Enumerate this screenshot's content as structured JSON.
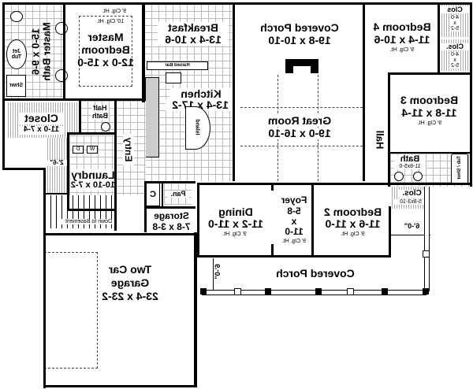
{
  "plan": {
    "orientation": "mirrored-horizontally",
    "rooms": {
      "master_bath": {
        "name": "Master Bath",
        "dims": "15-0 x 9-6"
      },
      "jet_tub": {
        "label": "Jet Tub"
      },
      "shower": {
        "label": "Shwr"
      },
      "master_bedroom": {
        "name_line1": "Master",
        "name_line2": "Bedroom",
        "dims": "12-0 x 15-0",
        "ceiling_outer": "9' Clg. Ht.",
        "ceiling_inner": "10' Clg. Ht."
      },
      "breakfast": {
        "name": "Breakfast",
        "dims": "13-4 x 10-6"
      },
      "raised_bar": {
        "label": "Raised Bar"
      },
      "kitchen": {
        "name": "Kitchen",
        "dims": "13-4 x 17-2"
      },
      "island": {
        "label": "Island"
      },
      "covered_porch_rear": {
        "name": "Covered Porch",
        "dims": "19-8 x 10-10"
      },
      "great_room": {
        "name": "Great Room",
        "dims": "19-0 x 16-10"
      },
      "bedroom4": {
        "name": "Bedroom 4",
        "dims": "11-4 x 10-6",
        "ceiling": "9' Clg. Ht."
      },
      "clos_upper": {
        "name": "Clos",
        "d1": "4-0",
        "x": "x",
        "d2": "5-2"
      },
      "clos_lower": {
        "name": "Clos.",
        "d1": "4-0",
        "x": "x",
        "d2": "5-2"
      },
      "bedroom3": {
        "name": "Bedroom 3",
        "dims": "11-8 x 11-4",
        "ceiling": "9' Clg. Ht."
      },
      "hall": {
        "name": "Hall"
      },
      "bath": {
        "name": "Bath",
        "dims": "11-8x5-0"
      },
      "tub_shwr": {
        "label": "Tub / Shwr"
      },
      "closet": {
        "name": "Closet",
        "dims": "11-0 x 7-4"
      },
      "half_bath": {
        "name_line1": "Half",
        "name_line2": "Bath"
      },
      "laundry": {
        "name": "Laundry",
        "dims": "10-10 x 7-2",
        "dryer": "D",
        "washer": "W"
      },
      "entry": {
        "name": "Entry"
      },
      "closet_width": {
        "label": "2'-6\""
      },
      "basement": {
        "label": "Down to Basement"
      },
      "coat_closet": {
        "label": "C"
      },
      "pantry": {
        "label": "Pan."
      },
      "storage": {
        "name": "Storage",
        "dims": "7-8 x 3-8"
      },
      "dining": {
        "name": "Dining",
        "dims": "11-2 x 11-0",
        "ceiling": "9' Clg. Ht."
      },
      "foyer": {
        "name": "Foyer",
        "d1": "5-8",
        "x": "x",
        "d2": "11-0",
        "ceiling": "9' Clg. Ht."
      },
      "bedroom2": {
        "name": "Bedroom 2",
        "dims": "11-6 x 11-0",
        "ceiling": "9' Clg. Ht."
      },
      "clos_bed2": {
        "name": "Clos.",
        "dims": "5-8x3-10"
      },
      "porch_width": {
        "label": "6'-0\""
      },
      "covered_porch_front": {
        "name": "Covered Porch",
        "depth": "6'-0\""
      },
      "garage": {
        "name_line1": "Two Car",
        "name_line2": "Garage",
        "dims": "23-4 x 23-2"
      }
    }
  }
}
